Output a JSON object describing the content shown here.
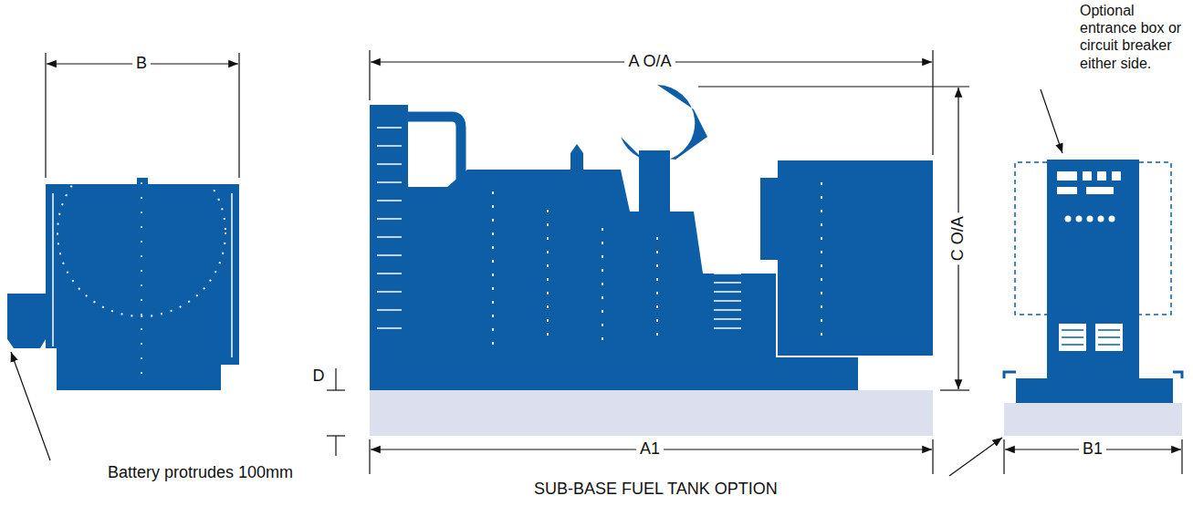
{
  "diagram": {
    "labels": [
      "Optional entrance box or circuit breaker either side.",
      "B",
      "A O/A",
      "C O/A",
      "D",
      "A1",
      "B1",
      "Battery protrudes 100mm",
      "SUB-BASE FUEL TANK OPTION"
    ]
  }
}
